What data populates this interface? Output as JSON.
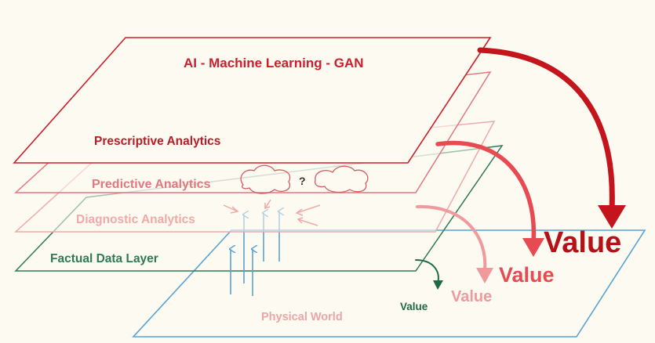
{
  "layers": [
    {
      "id": "ai",
      "label": "AI - Machine Learning - GAN",
      "color": "#c8202c"
    },
    {
      "id": "prescriptive",
      "label": "Prescriptive Analytics",
      "color": "#b81c24"
    },
    {
      "id": "predictive",
      "label": "Predictive Analytics",
      "color": "#e07880"
    },
    {
      "id": "diagnostic",
      "label": "Diagnostic Analytics",
      "color": "#eeaaa8"
    },
    {
      "id": "factual",
      "label": "Factual Data Layer",
      "color": "#2e7a55"
    },
    {
      "id": "physical",
      "label": "Physical World",
      "color": "#e9a6a6",
      "outline": "#5aa3d2"
    }
  ],
  "question_mark": "?",
  "values": [
    {
      "id": "value-ai",
      "label": "Value",
      "color": "#b51218"
    },
    {
      "id": "value-prescriptive",
      "label": "Value",
      "color": "#e84a52"
    },
    {
      "id": "value-predictive",
      "label": "Value",
      "color": "#f09a9e"
    },
    {
      "id": "value-factual",
      "label": "Value",
      "color": "#1f6a45"
    }
  ],
  "colors": {
    "background": "#fdfaf2",
    "up_arrows": "#5aa3d2",
    "diag_arrows": "#eeaaa8"
  }
}
